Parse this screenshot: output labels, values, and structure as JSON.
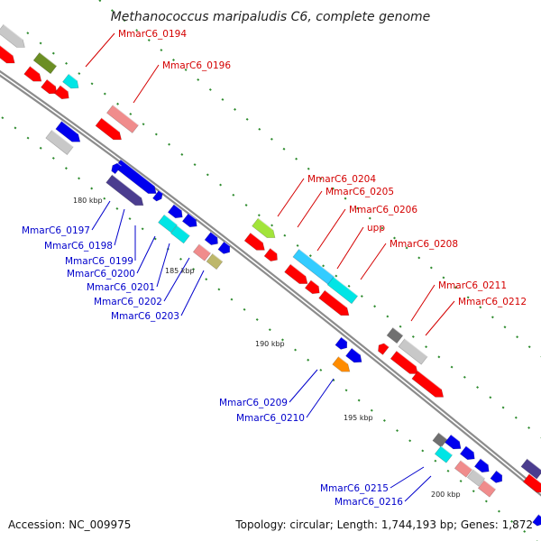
{
  "title": "Methanococcus maripaludis C6, complete genome",
  "footer": {
    "accession": "Accession: NC_009975",
    "summary": "Topology: circular; Length: 1,744,193 bp; Genes: 1,872"
  },
  "colors": {
    "backbone": "#8c8c8c",
    "tick": "#2e8b2e",
    "label_red": "#d40000",
    "label_blue": "#0000cc",
    "red": "#ff0000",
    "blue": "#0000ee",
    "cyan": "#00e5e5",
    "gray": "#c8c8c8",
    "dark_gray": "#707070",
    "pink": "#f08c8c",
    "olive": "#6b8e23",
    "yellow_green": "#a2e43a",
    "purple": "#4b3d8f",
    "khaki": "#bdb76b",
    "orange": "#ff8c00",
    "light_blue": "#33ccff"
  },
  "kbp_markers": [
    "180 kbp",
    "185 kbp",
    "190 kbp",
    "195 kbp",
    "200 kbp"
  ],
  "labels_red": [
    "MmarC6_0194",
    "MmarC6_0196",
    "MmarC6_0204",
    "MmarC6_0205",
    "MmarC6_0206",
    "upp",
    "MmarC6_0208",
    "MmarC6_0211",
    "MmarC6_0212"
  ],
  "labels_blue": [
    "MmarC6_0197",
    "MmarC6_0198",
    "MmarC6_0199",
    "MmarC6_0200",
    "MmarC6_0201",
    "MmarC6_0202",
    "MmarC6_0203",
    "MmarC6_0209",
    "MmarC6_0210",
    "MmarC6_0215",
    "MmarC6_0216"
  ]
}
